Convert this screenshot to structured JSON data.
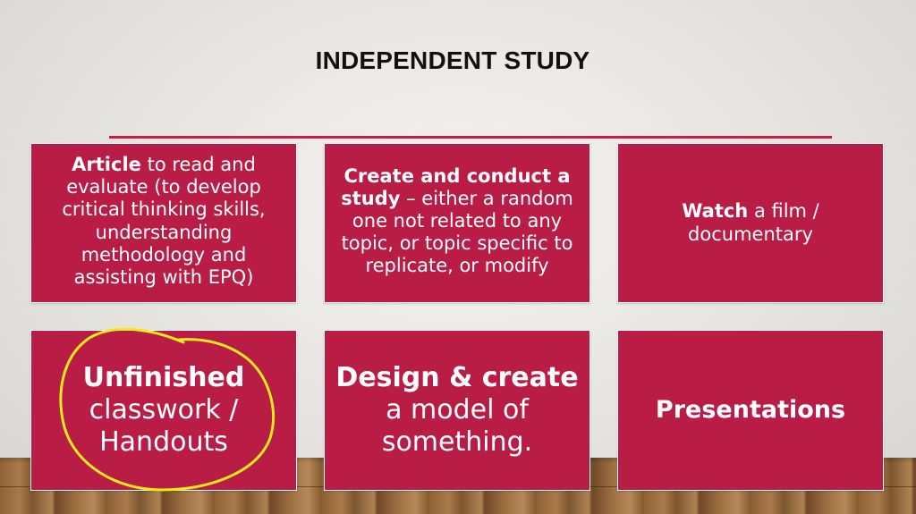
{
  "slide": {
    "title": "INDEPENDENT STUDY",
    "accent_color": "#b91c44",
    "annotation_color": "#f2ea1c"
  },
  "cards": [
    {
      "bold": "Article",
      "text": " to read and evaluate (to develop critical thinking skills, understanding methodology and assisting with EPQ)"
    },
    {
      "bold": "Create and conduct a study",
      "text": " – either a random one not related to any topic, or topic specific to replicate, or modify"
    },
    {
      "bold": "Watch",
      "text": " a film / documentary"
    },
    {
      "bold": "Unfinished",
      "text": "classwork / Handouts"
    },
    {
      "bold": "Design & create",
      "text": "a model of something."
    },
    {
      "bold": "Presentations",
      "text": ""
    }
  ]
}
